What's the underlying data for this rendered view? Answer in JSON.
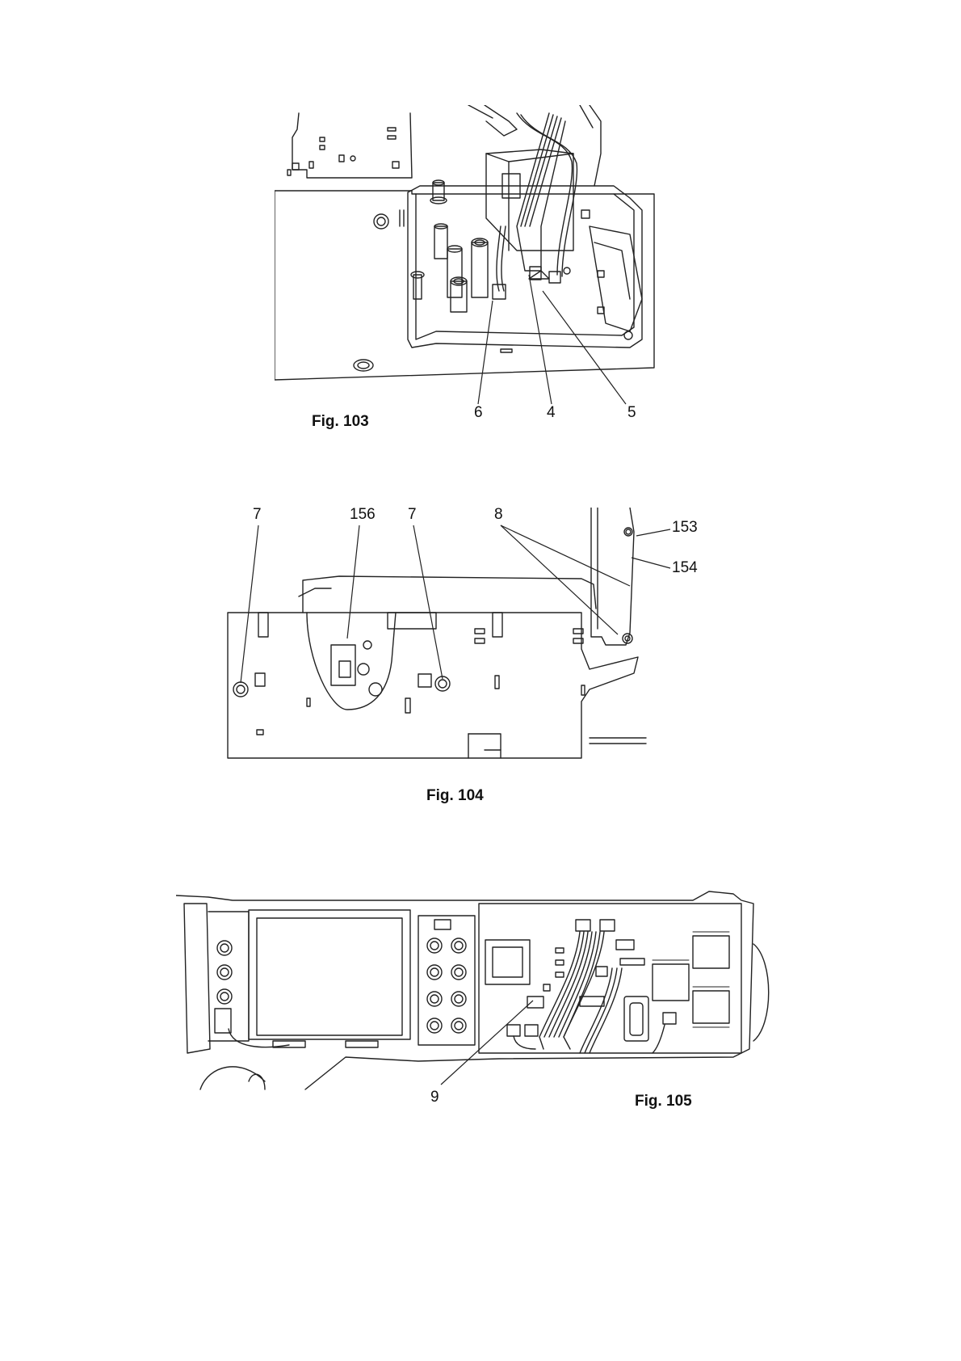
{
  "figures": [
    {
      "caption": "Fig. 103",
      "callouts": [
        "6",
        "4",
        "5"
      ]
    },
    {
      "caption": "Fig. 104",
      "callouts": [
        "7",
        "156",
        "7",
        "8",
        "153",
        "154"
      ]
    },
    {
      "caption": "Fig. 105",
      "callouts": [
        "9"
      ]
    }
  ]
}
